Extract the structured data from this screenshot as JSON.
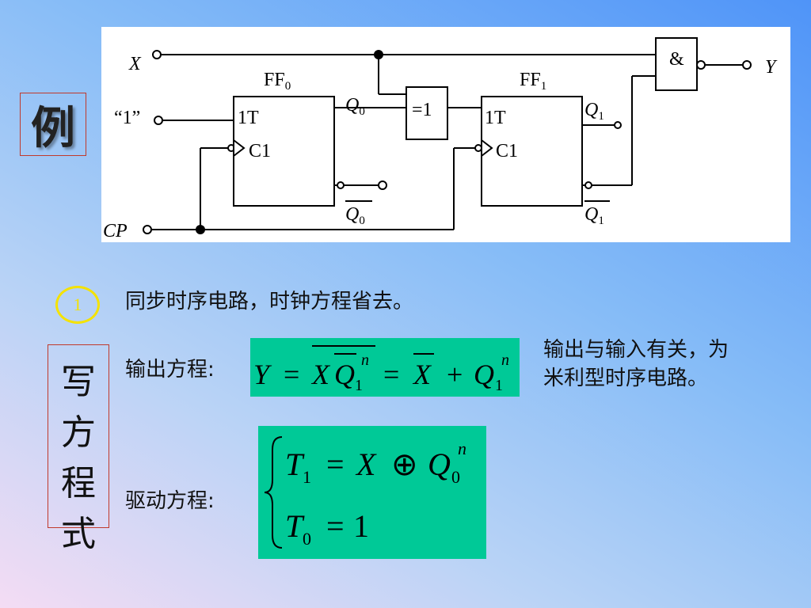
{
  "example_label": "例",
  "write_label": [
    "写",
    "方",
    "程",
    "式"
  ],
  "circuit": {
    "inputs": {
      "x": "X",
      "one": "“1”",
      "cp": "CP"
    },
    "output": "Y",
    "gate_and": "&",
    "gate_xor": "=1",
    "ff0": {
      "name": "FF",
      "sub": "0",
      "t": "1T",
      "c": "C1",
      "q": "Q",
      "q_sub": "0",
      "qbar": "Q",
      "qbar_sub": "0"
    },
    "ff1": {
      "name": "FF",
      "sub": "1",
      "t": "1T",
      "c": "C1",
      "q": "Q",
      "q_sub": "1",
      "qbar": "Q",
      "qbar_sub": "1"
    }
  },
  "step1": {
    "number": "1",
    "text": "同步时序电路，时钟方程省去。"
  },
  "output_eq": {
    "label": "输出方程:",
    "Y": "Y",
    "eq": "=",
    "X": "X",
    "Q": "Q",
    "sub1": "1",
    "n": "n",
    "plus": "+"
  },
  "note": {
    "line1": "输出与输入有关，为",
    "line2": "米利型时序电路。"
  },
  "drive_eq": {
    "label": "驱动方程:",
    "T": "T",
    "sub1": "1",
    "sub0": "0",
    "eq": "=",
    "X": "X",
    "xor": "⊕",
    "Q": "Q",
    "qsub": "0",
    "n": "n",
    "one": "1"
  }
}
